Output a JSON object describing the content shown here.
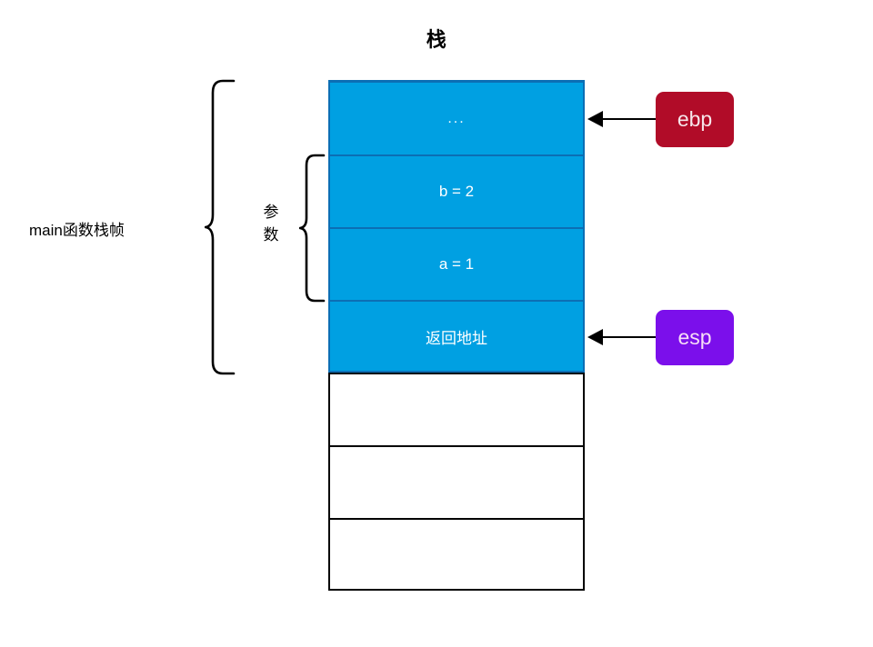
{
  "title": "栈",
  "stack": {
    "filled_cells": [
      {
        "label": "...",
        "name": "stack-cell-ellipsis"
      },
      {
        "label": "b = 2",
        "name": "stack-cell-b"
      },
      {
        "label": "a = 1",
        "name": "stack-cell-a"
      },
      {
        "label": "返回地址",
        "name": "stack-cell-return-address"
      }
    ],
    "empty_cells": [
      {
        "label": "",
        "name": "stack-cell-empty-1"
      },
      {
        "label": "",
        "name": "stack-cell-empty-2"
      },
      {
        "label": "",
        "name": "stack-cell-empty-3"
      }
    ],
    "fill_color": "#00A0E2",
    "divider_color": "#0C6EB4",
    "empty_border_color": "#000000"
  },
  "registers": {
    "ebp": {
      "label": "ebp",
      "color": "#B10C28",
      "text_color": "#F6E6EA"
    },
    "esp": {
      "label": "esp",
      "color": "#7B0FEB",
      "text_color": "#F6DDF6"
    }
  },
  "annotations": {
    "frame_label": "main函数栈帧",
    "params_label_line1": "参",
    "params_label_line2": "数"
  }
}
